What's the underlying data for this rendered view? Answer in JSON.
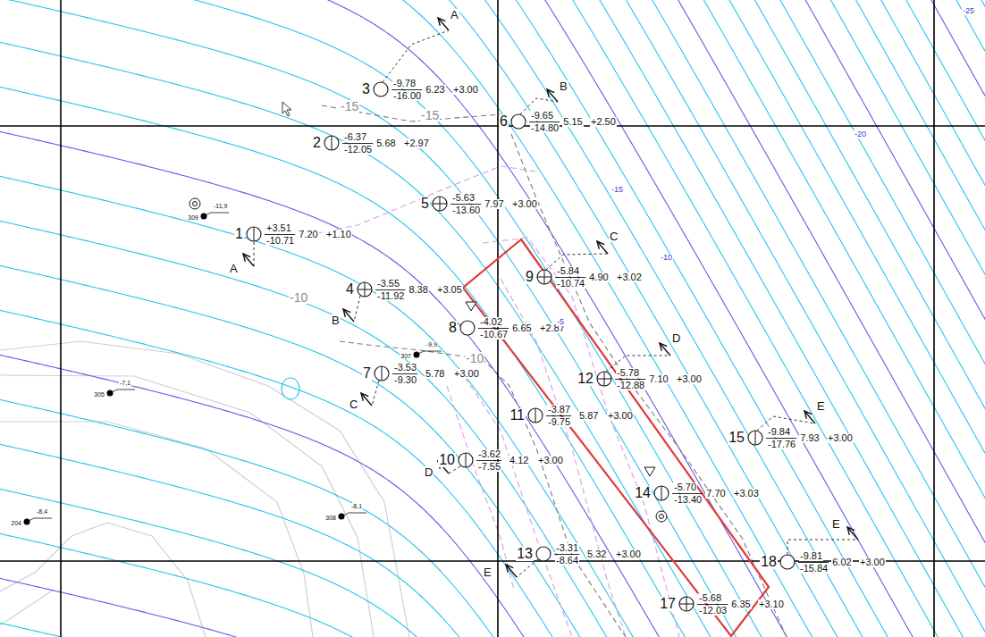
{
  "diagram": {
    "labels": [
      "3",
      "-9.78",
      "-16.00",
      "6.23",
      "+3.00",
      "6",
      "-9.65",
      "-14.80",
      "5.15",
      "+2.50",
      "2",
      "-6.37",
      "-12.05",
      "5.68",
      "+2.97",
      "5",
      "-5.63",
      "-13.60",
      "7.97",
      "+3.00",
      "1",
      "+3.51",
      "-10.71",
      "7.20",
      "+1.10",
      "9",
      "-5.84",
      "-10.74",
      "4.90",
      "+3.02",
      "4",
      "-3.55",
      "-11.92",
      "8.38",
      "+3.05",
      "8",
      "-4.02",
      "-10.67",
      "6.65",
      "+2.87",
      "12",
      "-5.78",
      "-12.88",
      "7.10",
      "+3.00",
      "7",
      "-3.53",
      "-9.30",
      "5.78",
      "+3.00",
      "11",
      "-3.87",
      "-9.75",
      "5.87",
      "+3.00",
      "15",
      "-9.84",
      "-17.76",
      "7.93",
      "+3.00",
      "10",
      "-3.62",
      "-7.55",
      "4.12",
      "+3.00",
      "14",
      "-5.70",
      "-13.40",
      "7.70",
      "+3.03",
      "13",
      "-3.31",
      "-8.64",
      "5.32",
      "+3.00",
      "18",
      "-9.81",
      "-15.84",
      "6.02",
      "+3.00",
      "17",
      "-5.68",
      "-12.03",
      "6.35",
      "+3.10",
      "A",
      "B",
      "A",
      "B",
      "C",
      "D",
      "C",
      "D",
      "E",
      "E",
      "E",
      "-15",
      "-15",
      "-10",
      "-10",
      "-25",
      "-20",
      "-15",
      "-10",
      "-5",
      "309",
      "-11,9",
      "307",
      "-9,9",
      "305",
      "-7,1",
      "308",
      "-8,1",
      "204",
      "-8,4"
    ]
  }
}
